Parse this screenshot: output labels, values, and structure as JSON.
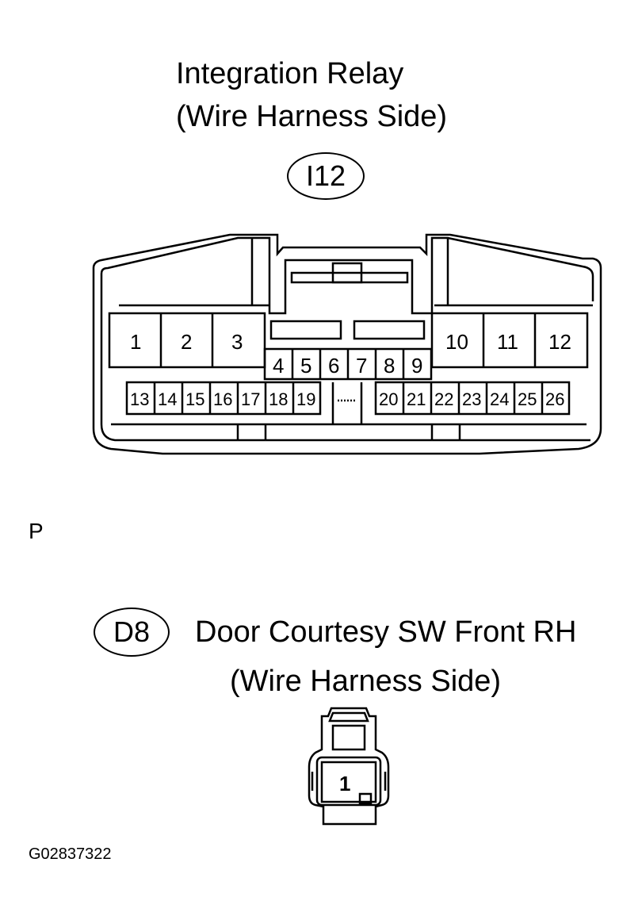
{
  "connector_i12": {
    "title_line1": "Integration Relay",
    "title_line2": "(Wire Harness Side)",
    "code": "I12",
    "pins_large_left": [
      "1",
      "2",
      "3"
    ],
    "pins_large_right": [
      "10",
      "11",
      "12"
    ],
    "pins_middle": [
      "4",
      "5",
      "6",
      "7",
      "8",
      "9"
    ],
    "pins_bottom_left": [
      "13",
      "14",
      "15",
      "16",
      "17",
      "18",
      "19"
    ],
    "pins_bottom_right": [
      "20",
      "21",
      "22",
      "23",
      "24",
      "25",
      "26"
    ]
  },
  "side_label": "P",
  "connector_d8": {
    "code": "D8",
    "title_line1": "Door Courtesy SW Front RH",
    "title_line2": "(Wire Harness Side)",
    "pins": [
      "1"
    ]
  },
  "figure_id": "G02837322"
}
